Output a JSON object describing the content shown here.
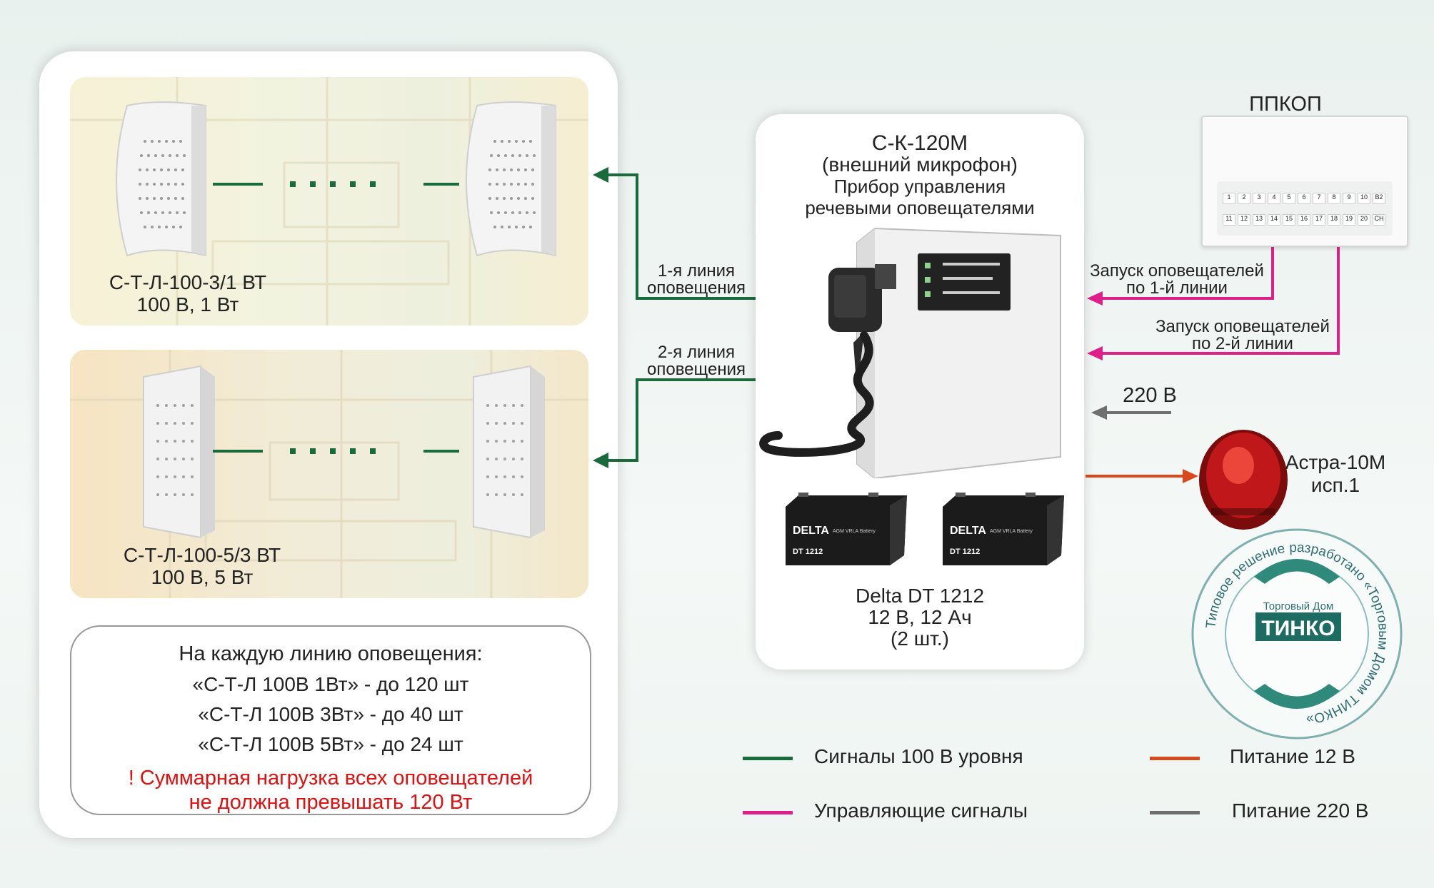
{
  "speakers": [
    {
      "model": "С-Т-Л-100-3/1 ВТ",
      "spec": "100 В, 1 Вт"
    },
    {
      "model": "С-Т-Л-100-5/3 ВТ",
      "spec": "100 В, 5 Вт"
    }
  ],
  "lines": {
    "line1": [
      "1-я линия",
      "оповещения"
    ],
    "line2": [
      "2-я линия",
      "оповещения"
    ]
  },
  "note": {
    "heading": "На каждую линию оповещения:",
    "rows": [
      "«С-Т-Л 100В 1Вт» - до 120 шт",
      "«С-Т-Л 100В 3Вт» - до   40 шт",
      "«С-Т-Л 100В 5Вт» - до   24 шт"
    ],
    "warning": [
      "! Суммарная нагрузка всех оповещателей",
      "не должна превышать 120 Вт"
    ]
  },
  "controller": {
    "model": "С-К-120М",
    "subtitle": "(внешний микрофон)",
    "desc": [
      "Прибор управления",
      "речевыми оповещателями"
    ]
  },
  "battery": {
    "model": "Delta DT 1212",
    "spec": "12 В, 12 Ач",
    "qty": "(2 шт.)",
    "brand": "DELTA",
    "type": "AGM VRLA Battery",
    "code": "DT 1212"
  },
  "panel": {
    "title": "ППКОП",
    "keys_top": [
      "1",
      "2",
      "3",
      "4",
      "5",
      "6",
      "7",
      "8",
      "9",
      "10",
      "В2"
    ],
    "keys_bottom": [
      "11",
      "12",
      "13",
      "14",
      "15",
      "16",
      "17",
      "18",
      "19",
      "20",
      "СН"
    ]
  },
  "signals": {
    "launch1": [
      "Запуск оповещателей",
      "по 1-й линии"
    ],
    "launch2": [
      "Запуск оповещателей",
      "по 2-й линии"
    ],
    "power220": "220 В"
  },
  "siren": {
    "model": "Астра-10М",
    "variant": "исп.1"
  },
  "legend": [
    {
      "label": "Сигналы 100 В  уровня",
      "color": "#1a6b3c"
    },
    {
      "label": "Управляющие сигналы",
      "color": "#e0208a"
    },
    {
      "label": "Питание 12 В",
      "color": "#d84a1e"
    },
    {
      "label": "Питание 220 В",
      "color": "#6f6f6f"
    }
  ],
  "stamp": {
    "ring_text": "Типовое решение разработано «Торговым Домом ТИНКО»",
    "brand_small": "Торговый Дом",
    "brand_big": "ТИНКО"
  }
}
